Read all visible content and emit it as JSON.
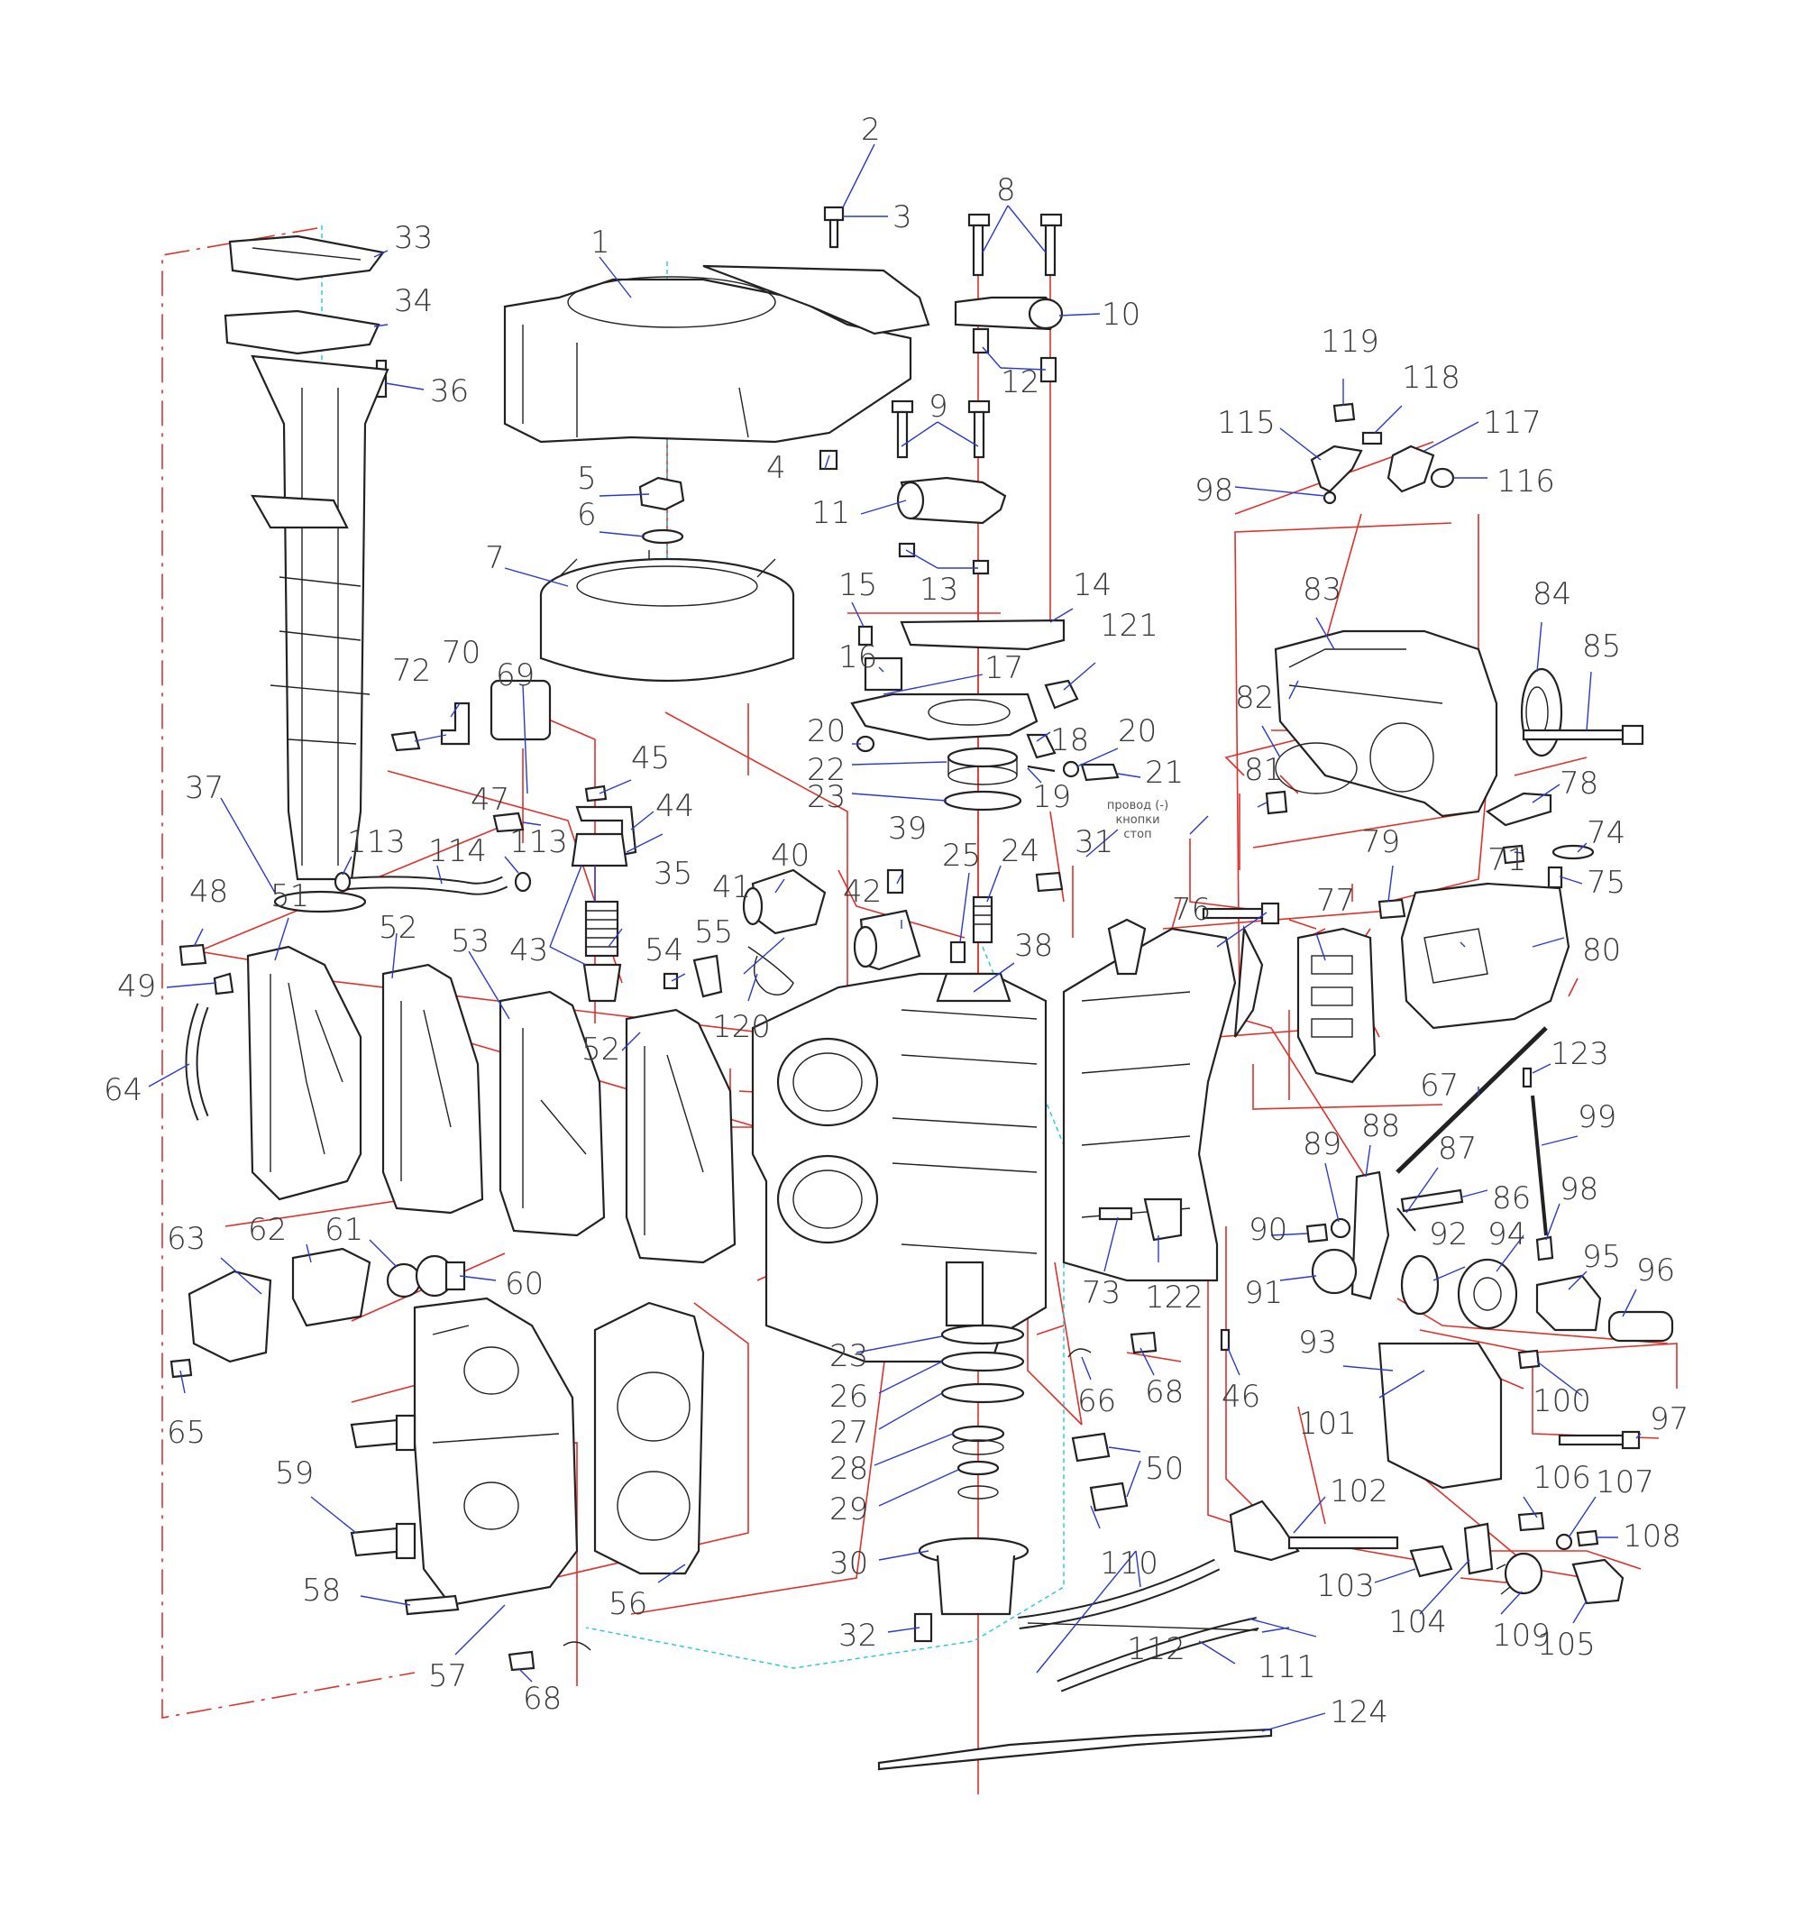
{
  "labels": [
    {
      "id": "1",
      "text": "1"
    },
    {
      "id": "2",
      "text": "2"
    },
    {
      "id": "3",
      "text": "3"
    },
    {
      "id": "4",
      "text": "4"
    },
    {
      "id": "5",
      "text": "5"
    },
    {
      "id": "6",
      "text": "6"
    },
    {
      "id": "7",
      "text": "7"
    },
    {
      "id": "8",
      "text": "8"
    },
    {
      "id": "9",
      "text": "9"
    },
    {
      "id": "10",
      "text": "10"
    },
    {
      "id": "11",
      "text": "11"
    },
    {
      "id": "12",
      "text": "12"
    },
    {
      "id": "13",
      "text": "13"
    },
    {
      "id": "14",
      "text": "14"
    },
    {
      "id": "15",
      "text": "15"
    },
    {
      "id": "16",
      "text": "16"
    },
    {
      "id": "17",
      "text": "17"
    },
    {
      "id": "18",
      "text": "18"
    },
    {
      "id": "19",
      "text": "19"
    },
    {
      "id": "20a",
      "text": "20"
    },
    {
      "id": "20b",
      "text": "20"
    },
    {
      "id": "21",
      "text": "21"
    },
    {
      "id": "22",
      "text": "22"
    },
    {
      "id": "23a",
      "text": "23"
    },
    {
      "id": "23b",
      "text": "23"
    },
    {
      "id": "24",
      "text": "24"
    },
    {
      "id": "25",
      "text": "25"
    },
    {
      "id": "26",
      "text": "26"
    },
    {
      "id": "27",
      "text": "27"
    },
    {
      "id": "28",
      "text": "28"
    },
    {
      "id": "29",
      "text": "29"
    },
    {
      "id": "30",
      "text": "30"
    },
    {
      "id": "31",
      "text": "31"
    },
    {
      "id": "32",
      "text": "32"
    },
    {
      "id": "33",
      "text": "33"
    },
    {
      "id": "34",
      "text": "34"
    },
    {
      "id": "35",
      "text": "35"
    },
    {
      "id": "36",
      "text": "36"
    },
    {
      "id": "37",
      "text": "37"
    },
    {
      "id": "38",
      "text": "38"
    },
    {
      "id": "39",
      "text": "39"
    },
    {
      "id": "40",
      "text": "40"
    },
    {
      "id": "41",
      "text": "41"
    },
    {
      "id": "42",
      "text": "42"
    },
    {
      "id": "43",
      "text": "43"
    },
    {
      "id": "44",
      "text": "44"
    },
    {
      "id": "45",
      "text": "45"
    },
    {
      "id": "46",
      "text": "46"
    },
    {
      "id": "47",
      "text": "47"
    },
    {
      "id": "48",
      "text": "48"
    },
    {
      "id": "49",
      "text": "49"
    },
    {
      "id": "50",
      "text": "50"
    },
    {
      "id": "51",
      "text": "51"
    },
    {
      "id": "52a",
      "text": "52"
    },
    {
      "id": "52b",
      "text": "52"
    },
    {
      "id": "53",
      "text": "53"
    },
    {
      "id": "54",
      "text": "54"
    },
    {
      "id": "55",
      "text": "55"
    },
    {
      "id": "56",
      "text": "56"
    },
    {
      "id": "57",
      "text": "57"
    },
    {
      "id": "58",
      "text": "58"
    },
    {
      "id": "59",
      "text": "59"
    },
    {
      "id": "60",
      "text": "60"
    },
    {
      "id": "61",
      "text": "61"
    },
    {
      "id": "62",
      "text": "62"
    },
    {
      "id": "63",
      "text": "63"
    },
    {
      "id": "64",
      "text": "64"
    },
    {
      "id": "65",
      "text": "65"
    },
    {
      "id": "66",
      "text": "66"
    },
    {
      "id": "67",
      "text": "67"
    },
    {
      "id": "68a",
      "text": "68"
    },
    {
      "id": "68b",
      "text": "68"
    },
    {
      "id": "69",
      "text": "69"
    },
    {
      "id": "70",
      "text": "70"
    },
    {
      "id": "71",
      "text": "71"
    },
    {
      "id": "72",
      "text": "72"
    },
    {
      "id": "73",
      "text": "73"
    },
    {
      "id": "74",
      "text": "74"
    },
    {
      "id": "75",
      "text": "75"
    },
    {
      "id": "76",
      "text": "76"
    },
    {
      "id": "77",
      "text": "77"
    },
    {
      "id": "78",
      "text": "78"
    },
    {
      "id": "79",
      "text": "79"
    },
    {
      "id": "80",
      "text": "80"
    },
    {
      "id": "81",
      "text": "81"
    },
    {
      "id": "82",
      "text": "82"
    },
    {
      "id": "83",
      "text": "83"
    },
    {
      "id": "84",
      "text": "84"
    },
    {
      "id": "85",
      "text": "85"
    },
    {
      "id": "86",
      "text": "86"
    },
    {
      "id": "87",
      "text": "87"
    },
    {
      "id": "88",
      "text": "88"
    },
    {
      "id": "89",
      "text": "89"
    },
    {
      "id": "90",
      "text": "90"
    },
    {
      "id": "91",
      "text": "91"
    },
    {
      "id": "92",
      "text": "92"
    },
    {
      "id": "93",
      "text": "93"
    },
    {
      "id": "94",
      "text": "94"
    },
    {
      "id": "95",
      "text": "95"
    },
    {
      "id": "96",
      "text": "96"
    },
    {
      "id": "97",
      "text": "97"
    },
    {
      "id": "98a",
      "text": "98"
    },
    {
      "id": "98b",
      "text": "98"
    },
    {
      "id": "99",
      "text": "99"
    },
    {
      "id": "100",
      "text": "100"
    },
    {
      "id": "101",
      "text": "101"
    },
    {
      "id": "102",
      "text": "102"
    },
    {
      "id": "103",
      "text": "103"
    },
    {
      "id": "104",
      "text": "104"
    },
    {
      "id": "105",
      "text": "105"
    },
    {
      "id": "106",
      "text": "106"
    },
    {
      "id": "107",
      "text": "107"
    },
    {
      "id": "108",
      "text": "108"
    },
    {
      "id": "109",
      "text": "109"
    },
    {
      "id": "110",
      "text": "110"
    },
    {
      "id": "111",
      "text": "111"
    },
    {
      "id": "112",
      "text": "112"
    },
    {
      "id": "113a",
      "text": "113"
    },
    {
      "id": "113b",
      "text": "113"
    },
    {
      "id": "114",
      "text": "114"
    },
    {
      "id": "115",
      "text": "115"
    },
    {
      "id": "116",
      "text": "116"
    },
    {
      "id": "117",
      "text": "117"
    },
    {
      "id": "118",
      "text": "118"
    },
    {
      "id": "119",
      "text": "119"
    },
    {
      "id": "120",
      "text": "120"
    },
    {
      "id": "121",
      "text": "121"
    },
    {
      "id": "122",
      "text": "122"
    },
    {
      "id": "123",
      "text": "123"
    },
    {
      "id": "124",
      "text": "124"
    }
  ],
  "note": {
    "line1": "провод (-)",
    "line2": "кнопки",
    "line3": "стоп"
  },
  "colors": {
    "assembly_line": "#e0302a",
    "leader_line": "#2a3ad0",
    "centerline": "#25c4d8",
    "part_outline": "#222222",
    "label_text": "#3a3a3a"
  }
}
